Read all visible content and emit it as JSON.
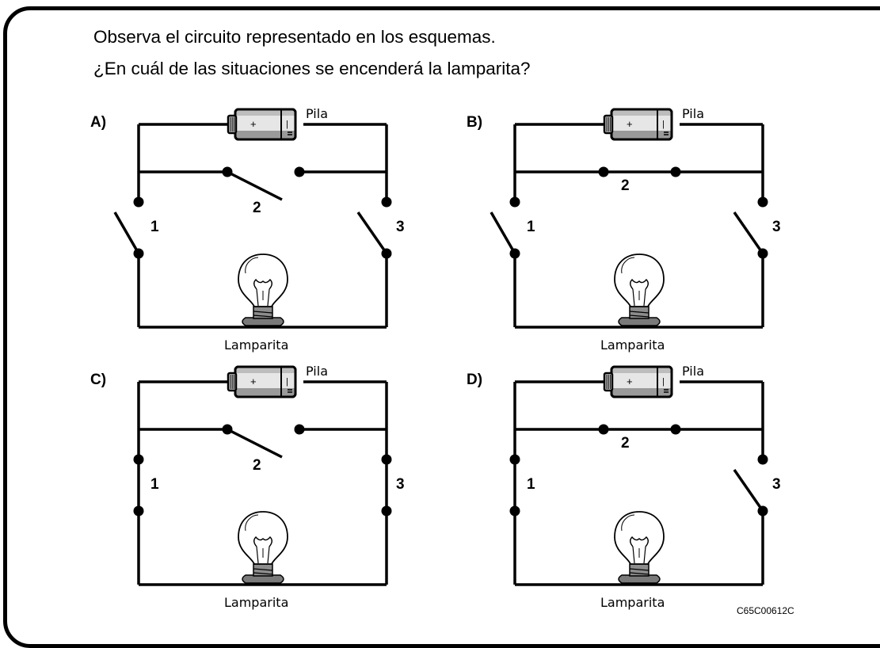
{
  "question": {
    "line1": "Observa el circuito representado en los esquemas.",
    "line2": "¿En cuál de las situaciones se encenderá la lamparita?"
  },
  "labels": {
    "battery": "Pila",
    "lamp": "Lamparita"
  },
  "panels": [
    {
      "letter": "A)",
      "switches": [
        {
          "label": "1",
          "state": "open"
        },
        {
          "label": "2",
          "state": "open"
        },
        {
          "label": "3",
          "state": "open"
        }
      ]
    },
    {
      "letter": "B)",
      "switches": [
        {
          "label": "1",
          "state": "open"
        },
        {
          "label": "2",
          "state": "closed"
        },
        {
          "label": "3",
          "state": "open"
        }
      ]
    },
    {
      "letter": "C)",
      "switches": [
        {
          "label": "1",
          "state": "closed"
        },
        {
          "label": "2",
          "state": "open"
        },
        {
          "label": "3",
          "state": "closed"
        }
      ]
    },
    {
      "letter": "D)",
      "switches": [
        {
          "label": "1",
          "state": "closed"
        },
        {
          "label": "2",
          "state": "closed"
        },
        {
          "label": "3",
          "state": "open"
        }
      ]
    }
  ],
  "code": "C65C00612C"
}
